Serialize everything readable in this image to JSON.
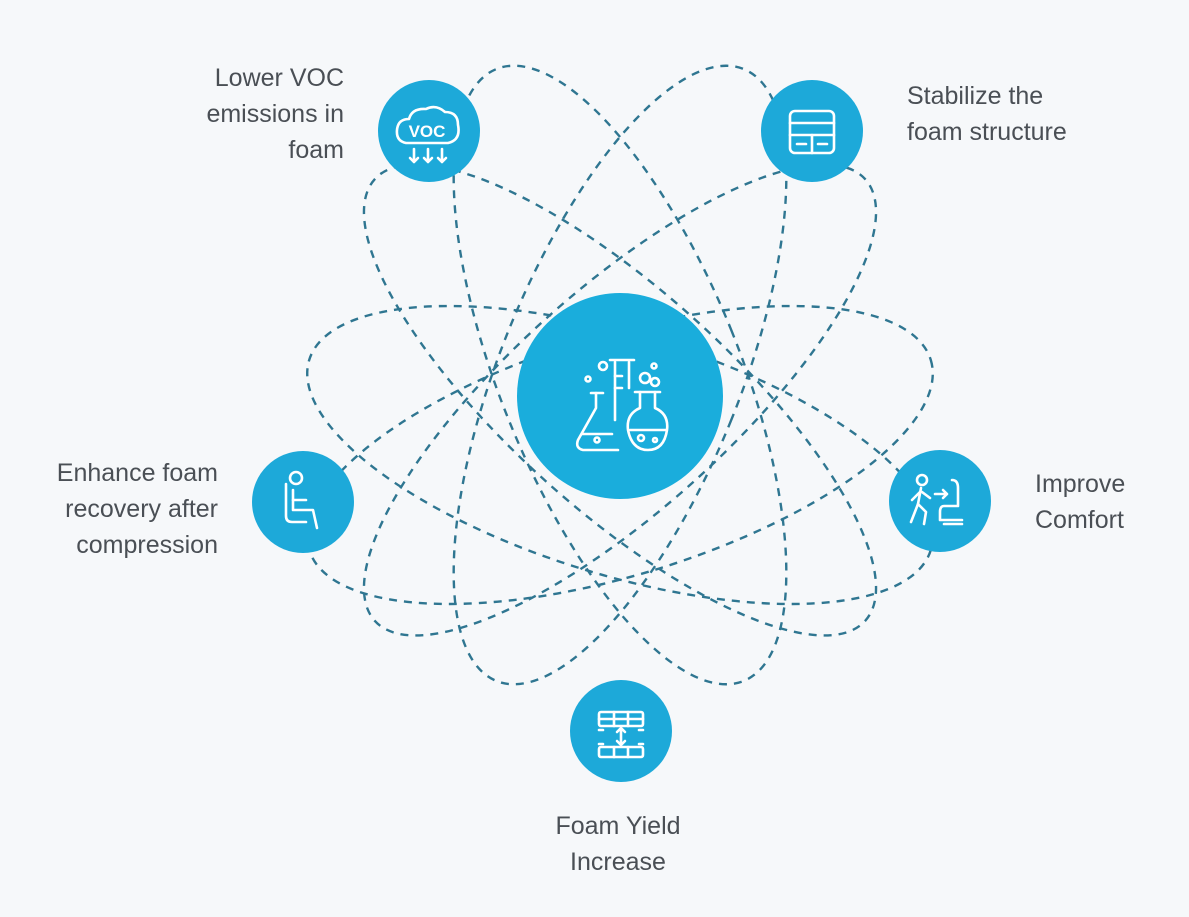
{
  "background_color": "#f6f8fa",
  "accent_color": "#1da9d9",
  "orbit_color": "#2f7691",
  "center": {
    "icon": "lab-flasks-icon"
  },
  "nodes": [
    {
      "id": "voc",
      "icon": "voc-cloud-icon",
      "icon_text": "VOC",
      "label": "Lower VOC\nemissions in\nfoam"
    },
    {
      "id": "stabilize",
      "icon": "layered-structure-icon",
      "label": "Stabilize the\nfoam structure"
    },
    {
      "id": "recovery",
      "icon": "seated-person-icon",
      "label": "Enhance foam\nrecovery after\ncompression"
    },
    {
      "id": "comfort",
      "icon": "person-seat-comfort-icon",
      "label": "Improve\nComfort"
    },
    {
      "id": "yield",
      "icon": "foam-compression-icon",
      "label": "Foam Yield\nIncrease"
    }
  ]
}
